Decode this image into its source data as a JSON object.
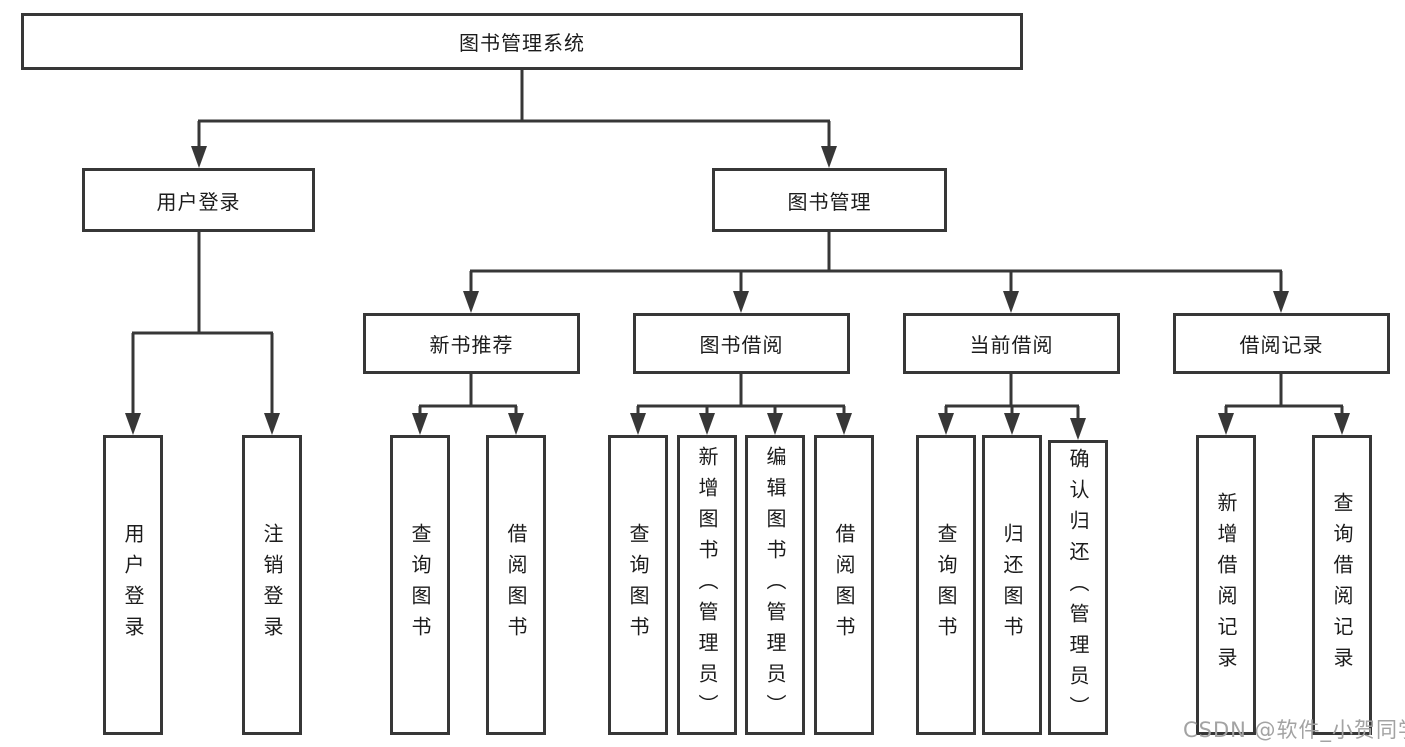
{
  "diagram_title": "图书管理系统",
  "colors": {
    "line": "#373737",
    "box_border": "#373737",
    "text": "#1c1c1c",
    "background": "#ffffff",
    "watermark_text": "#a3a3a3"
  },
  "tree": {
    "root": {
      "label": "图书管理系统"
    },
    "branches": [
      {
        "label": "用户登录",
        "children": [
          {
            "label": "用户登录"
          },
          {
            "label": "注销登录"
          }
        ]
      },
      {
        "label": "图书管理",
        "children": [
          {
            "label": "新书推荐",
            "children": [
              {
                "label": "查询图书"
              },
              {
                "label": "借阅图书"
              }
            ]
          },
          {
            "label": "图书借阅",
            "children": [
              {
                "label": "查询图书"
              },
              {
                "label": "新增图书（管理员）"
              },
              {
                "label": "编辑图书（管理员）"
              },
              {
                "label": "借阅图书"
              }
            ]
          },
          {
            "label": "当前借阅",
            "children": [
              {
                "label": "查询图书"
              },
              {
                "label": "归还图书"
              },
              {
                "label": "确认归还（管理员）"
              }
            ]
          },
          {
            "label": "借阅记录",
            "children": [
              {
                "label": "新增借阅记录"
              },
              {
                "label": "查询借阅记录"
              }
            ]
          }
        ]
      }
    ]
  },
  "watermark": {
    "text": "CSDN @软件_小贺同学"
  }
}
